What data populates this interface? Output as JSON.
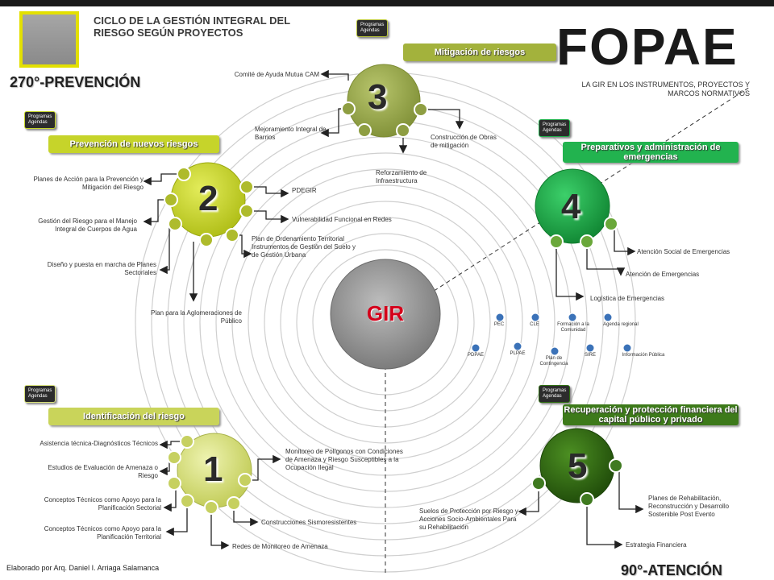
{
  "header": {
    "cycle_title": "CICLO DE LA GESTIÓN INTEGRAL DEL RIESGO SEGÚN PROYECTOS",
    "brand": "FOPAE",
    "brand_subtitle": "LA GIR EN LOS INSTRUMENTOS, PROYECTOS Y MARCOS NORMATIVOS",
    "prevention_label": "270°-PREVENCIÓN",
    "attention_label": "90°-ATENCIÓN",
    "credit": "Elaborado por Arq. Daniel I. Arriaga Salamanca"
  },
  "center": {
    "label": "GIR"
  },
  "tags": {
    "programas": "Programas",
    "agendas": "Agendas"
  },
  "ribbons": {
    "mitigacion": "Mitigación de riesgos",
    "prevencion": "Prevención de nuevos riesgos",
    "preparativos": "Preparativos y administración de emergencias",
    "identificacion": "Identificación del riesgo",
    "recuperacion": "Recuperación y protección financiera del capital público y privado"
  },
  "nodes": {
    "n1": "1",
    "n2": "2",
    "n3": "3",
    "n4": "4",
    "n5": "5"
  },
  "labels": {
    "comite": "Comité de Ayuda Mutua CAM",
    "mejoramiento": "Mejoramiento Integral de Barrios",
    "construccion_obras": "Construcción de Obras de mitigación",
    "reforzamiento": "Reforzamiento de Infraestructura",
    "planes_accion": "Planes de Acción para la Prevención y Mitigación del Riesgo",
    "gestion_agua": "Gestión del Riesgo para el Manejo Integral de Cuerpos de Agua",
    "diseno_planes": "Diseño y puesta en marcha de Planes Sectoriales",
    "plan_aglomeraciones": "Plan para la Aglomeraciones de Público",
    "pdegir": "PDEGIR",
    "vulnerabilidad": "Vulnerabilidad Funcional en Redes",
    "plan_ordenamiento": "Plan de Ordenamiento Territorial Instrumentos de Gestión del Suelo y de Gestión Urbana",
    "atencion_social": "Atención Social de Emergencias",
    "atencion_emergencias": "Atención de Emergencias",
    "logistica": "Logística de Emergencias",
    "asistencia": "Asistencia técnica-Diagnósticos Técnicos",
    "estudios": "Estudios de Evaluación de Amenaza o Riesgo",
    "conceptos_sectorial": "Conceptos Técnicos como Apoyo para la Planificación Sectorial",
    "conceptos_territorial": "Conceptos Técnicos como Apoyo para la Planificación Territorial",
    "redes_monitoreo": "Redes de Monitoreo de Amenaza",
    "construcciones_sismo": "Construcciones Sismoresistentes",
    "monitoreo_poligonos": "Monitoreo de Polígonos con Condiciones de Amenaza y Riesgo Susceptibles a la Ocupación Ilegal",
    "suelos_proteccion": "Suelos de Protección por Riesgo y Acciones Socio-Ambientales Para su Rehabilitación",
    "planes_rehabilitacion": "Planes de Rehabilitación, Reconstrucción y Desarrollo Sostenible Post Evento",
    "estrategia_financiera": "Estrategia Financiera"
  },
  "instruments": {
    "pec": "PEC",
    "cle": "CLE",
    "formacion": "Formación a la Comunidad",
    "agenda_regional": "Agenda regional",
    "pdpae": "PDPAE",
    "plpae": "PLPAE",
    "plan_contingencia": "Plan de Contingencia",
    "sire": "SIRE",
    "informacion_publica": "Información Pública"
  },
  "colors": {
    "node1": "#d7e07a",
    "node2": "#c8d62a",
    "node3": "#9aaa4a",
    "node4": "#1fae4b",
    "node5": "#2f6e12",
    "ribbon_olive": "#a3b23c",
    "ribbon_green": "#22b34f",
    "ribbon_dark": "#3d7a1a",
    "tag_dark": "#2c2c2c",
    "tag_green": "#1a8f3c",
    "blue_dot": "#3b72b8"
  }
}
